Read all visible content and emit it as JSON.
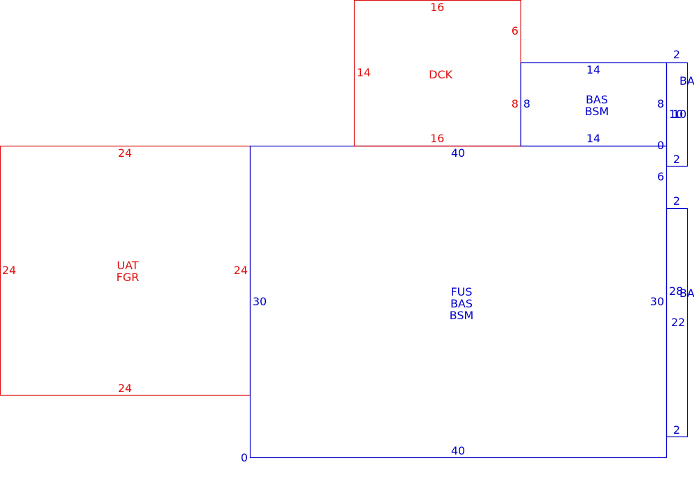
{
  "colors": {
    "red": "#e01010",
    "blue": "#0000cc",
    "background": "#ffffff"
  },
  "regions": {
    "uat": {
      "name_lines": [
        "UAT",
        "FGR"
      ],
      "top": "24",
      "bottom": "24",
      "left": "24",
      "right": "24",
      "color": "red"
    },
    "dck": {
      "name_lines": [
        "DCK"
      ],
      "top": "16",
      "bottom": "16",
      "left": "14",
      "right_upper": "6",
      "right_lower": "8",
      "color": "red"
    },
    "bas_upper": {
      "name_lines": [
        "BAS",
        "BSM"
      ],
      "top": "14",
      "bottom": "14",
      "left": "8",
      "right": "8",
      "color": "blue"
    },
    "fus": {
      "name_lines": [
        "FUS",
        "BAS",
        "BSM"
      ],
      "top": "40",
      "bottom": "40",
      "left": "30",
      "right": "30",
      "origin": "0",
      "color": "blue"
    },
    "strip_upper": {
      "name_partial": "BA",
      "top": "2",
      "bottom": "2",
      "side": "10",
      "side_overlap": "10",
      "corner": "0",
      "color": "blue"
    },
    "strip_lower": {
      "name_partial": "BA",
      "top": "2",
      "bottom": "2",
      "side_outer": "28",
      "side_inner": "22",
      "color": "blue"
    },
    "gap": {
      "label": "6",
      "color": "blue"
    }
  }
}
